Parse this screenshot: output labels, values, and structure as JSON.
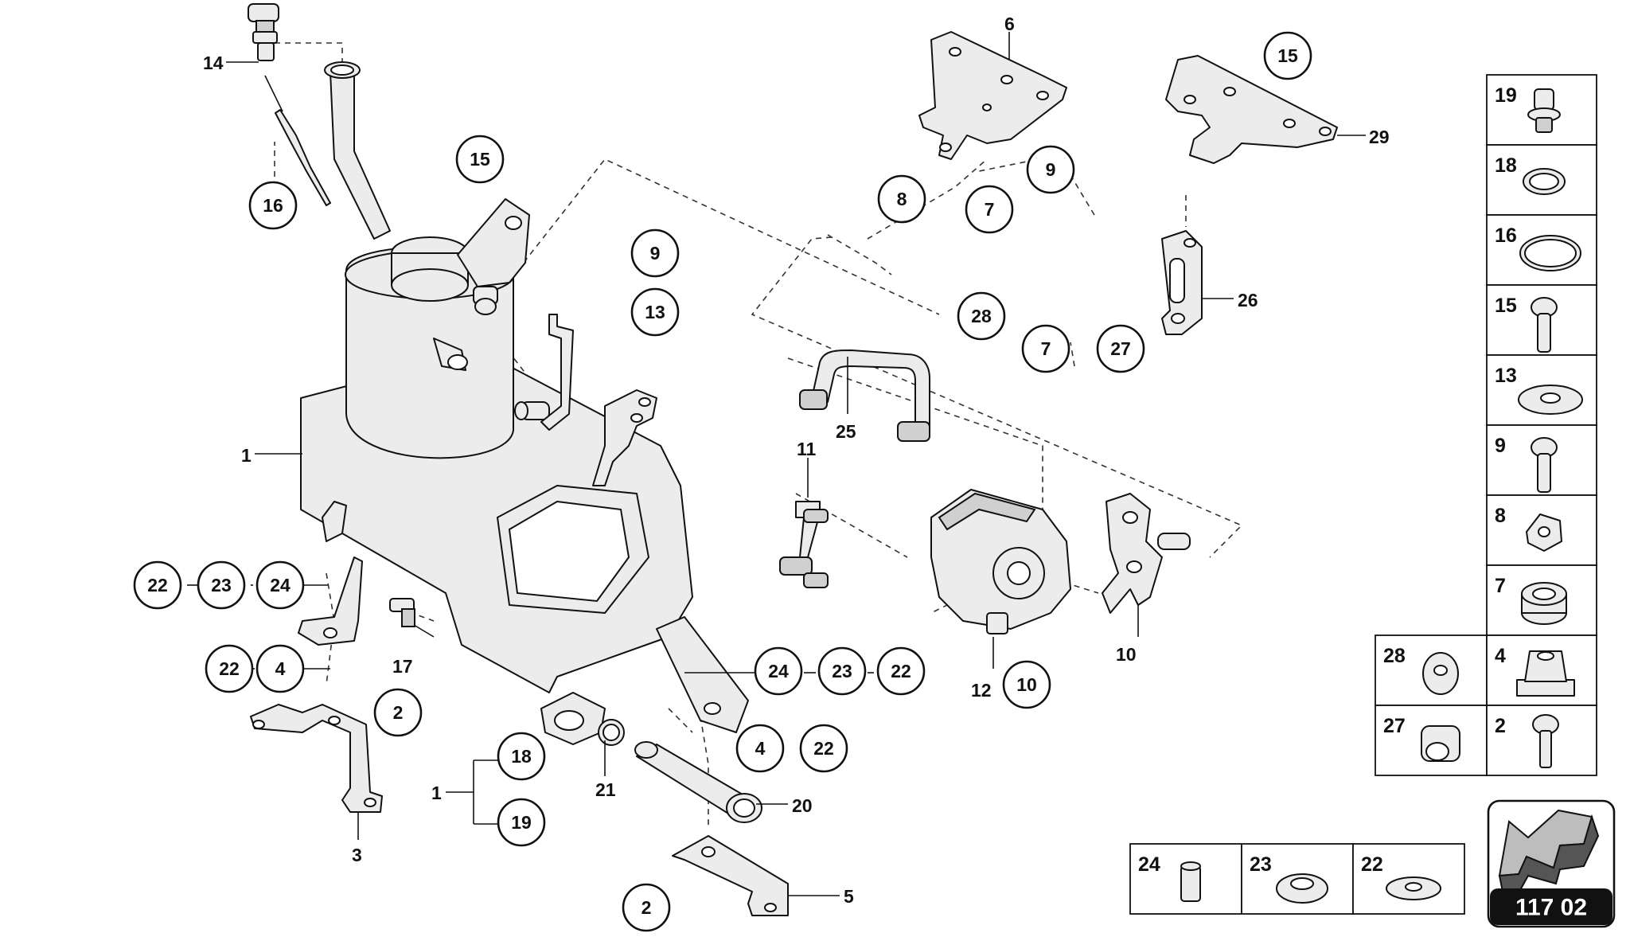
{
  "sheet_number": "117 02",
  "callouts": {
    "c14": "14",
    "c16": "16",
    "c15a": "15",
    "c1": "1",
    "c9a": "9",
    "c13": "13",
    "c6": "6",
    "c8": "8",
    "c7a": "7",
    "c9b": "9",
    "c15b": "15",
    "c29": "29",
    "c26": "26",
    "c28": "28",
    "c7b": "7",
    "c27": "27",
    "c25": "25",
    "c11": "11",
    "c22a": "22",
    "c23a": "23",
    "c24a": "24",
    "c17": "17",
    "c22b": "22",
    "c4a": "4",
    "c2a": "2",
    "c3": "3",
    "c1b": "1",
    "c18": "18",
    "c19": "19",
    "c21": "21",
    "c24b": "24",
    "c23b": "23",
    "c22c": "22",
    "c4b": "4",
    "c22d": "22",
    "c20": "20",
    "c12": "12",
    "c10a": "10",
    "c10b": "10",
    "c2b": "2",
    "c5": "5"
  },
  "legend_right": [
    "19",
    "18",
    "16",
    "15",
    "13",
    "9",
    "8",
    "7"
  ],
  "legend_pairs": [
    [
      "28",
      "4"
    ],
    [
      "27",
      "2"
    ]
  ],
  "legend_bottom": [
    "24",
    "23",
    "22"
  ]
}
